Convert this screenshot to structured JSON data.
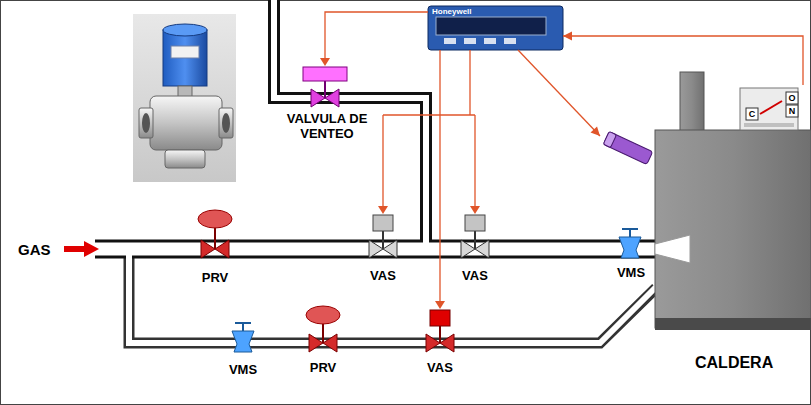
{
  "diagram": {
    "nodes": [
      {
        "text": [
          "Honeywell"
        ]
      },
      {
        "text": [
          "CALDERA"
        ]
      }
    ],
    "edges": [
      {
        "from": 0,
        "to": 1,
        "arrow": "to"
      },
      {
        "from": 1,
        "to": 0,
        "arrow": "to"
      }
    ],
    "labels": [
      "GAS",
      "PRV",
      "VAS",
      "VAS",
      "VMS",
      "VALVULA DE VENTEO",
      "VMS",
      "PRV",
      "VAS",
      "O",
      "N",
      "C"
    ]
  }
}
